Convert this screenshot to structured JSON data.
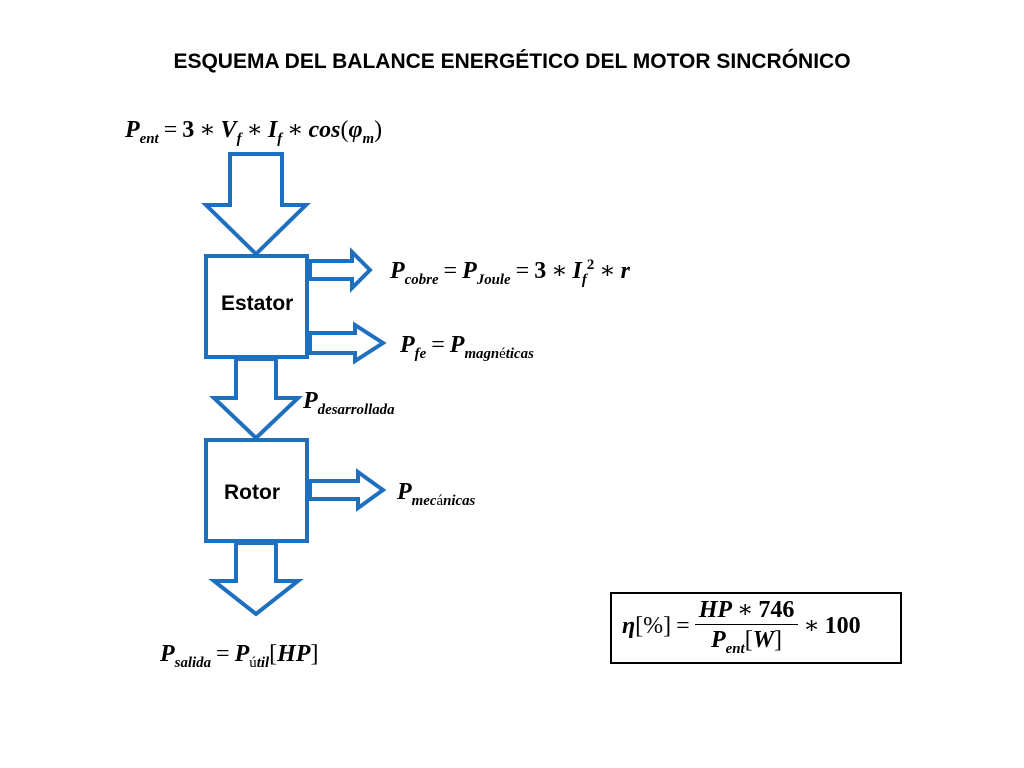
{
  "title": "ESQUEMA DEL BALANCE ENERGÉTICO DEL MOTOR SINCRÓNICO",
  "blocks": {
    "stator": "Estator",
    "rotor": "Rotor"
  },
  "formulas": {
    "p_ent": {
      "sym": "P",
      "sub": "ent",
      "eq": "=",
      "n3": "3",
      "star": "∗",
      "v": "V",
      "vsub": "f",
      "i": "I",
      "isub": "f",
      "cos": "cos",
      "lp": "(",
      "phi": "φ",
      "phisub": "m",
      "rp": ")"
    },
    "p_cobre": {
      "sym": "P",
      "sub": "cobre",
      "eq": "=",
      "sym2": "P",
      "sub2": "Joule",
      "n3": "3",
      "star": "∗",
      "i": "I",
      "isub": "f",
      "isup": "2",
      "r": "r"
    },
    "p_fe": {
      "sym": "P",
      "sub": "fe",
      "eq": "=",
      "sym2": "P",
      "sub2a": "magn",
      "sub2b": "é",
      "sub2c": "ticas"
    },
    "p_des": {
      "sym": "P",
      "sub": "desarrollada"
    },
    "p_mec": {
      "sym": "P",
      "suba": "mec",
      "subb": "á",
      "subc": "nicas"
    },
    "p_sal": {
      "sym": "P",
      "sub": "salida",
      "eq": "=",
      "sym2": "P",
      "sub2a": "ú",
      "sub2b": "til",
      "lb": "[",
      "hp": "HP",
      "rb": "]"
    },
    "eff": {
      "eta": "η",
      "pct": "[%]",
      "eq": "=",
      "num": "HP",
      "star": "∗",
      "n746": "746",
      "den": "P",
      "densub": "ent",
      "lb": "[",
      "w": "W",
      "rb": "]",
      "n100": "100"
    }
  },
  "colors": {
    "arrow": "#1F6FBF",
    "box": "#1F6FBF"
  }
}
